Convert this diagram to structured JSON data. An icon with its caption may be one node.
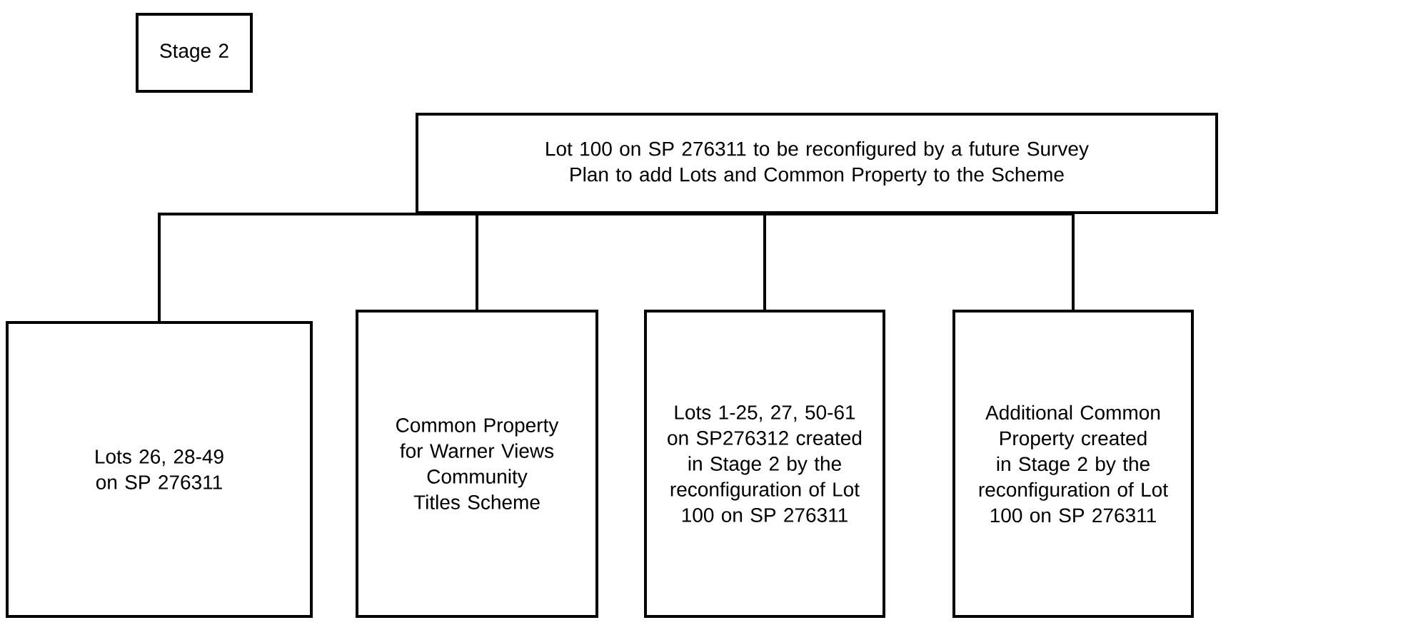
{
  "diagram": {
    "nodes": [
      {
        "text": [
          "Stage 2"
        ]
      },
      {
        "text": [
          "Lot 100 on SP 276311 to be reconfigured by a future Survey Plan to add Lots and Common Property to the Scheme"
        ]
      },
      {
        "text": [
          "Lots 26, 28-49 on SP 276311"
        ]
      },
      {
        "text": [
          "Common Property for Warner Views Community Titles Scheme"
        ]
      },
      {
        "text": [
          "Lots 1-25, 27, 50-61 on SP276312 created in Stage 2 by the reconfiguration of Lot 100 on SP 276311"
        ]
      },
      {
        "text": [
          "Additional Common Property created in Stage 2 by the reconfiguration of Lot 100 on SP 276311"
        ]
      }
    ],
    "edges": [
      {
        "from": 1,
        "to": 2,
        "arrow": "none"
      },
      {
        "from": 1,
        "to": 3,
        "arrow": "none"
      },
      {
        "from": 1,
        "to": 4,
        "arrow": "none"
      },
      {
        "from": 1,
        "to": 5,
        "arrow": "none"
      }
    ]
  }
}
